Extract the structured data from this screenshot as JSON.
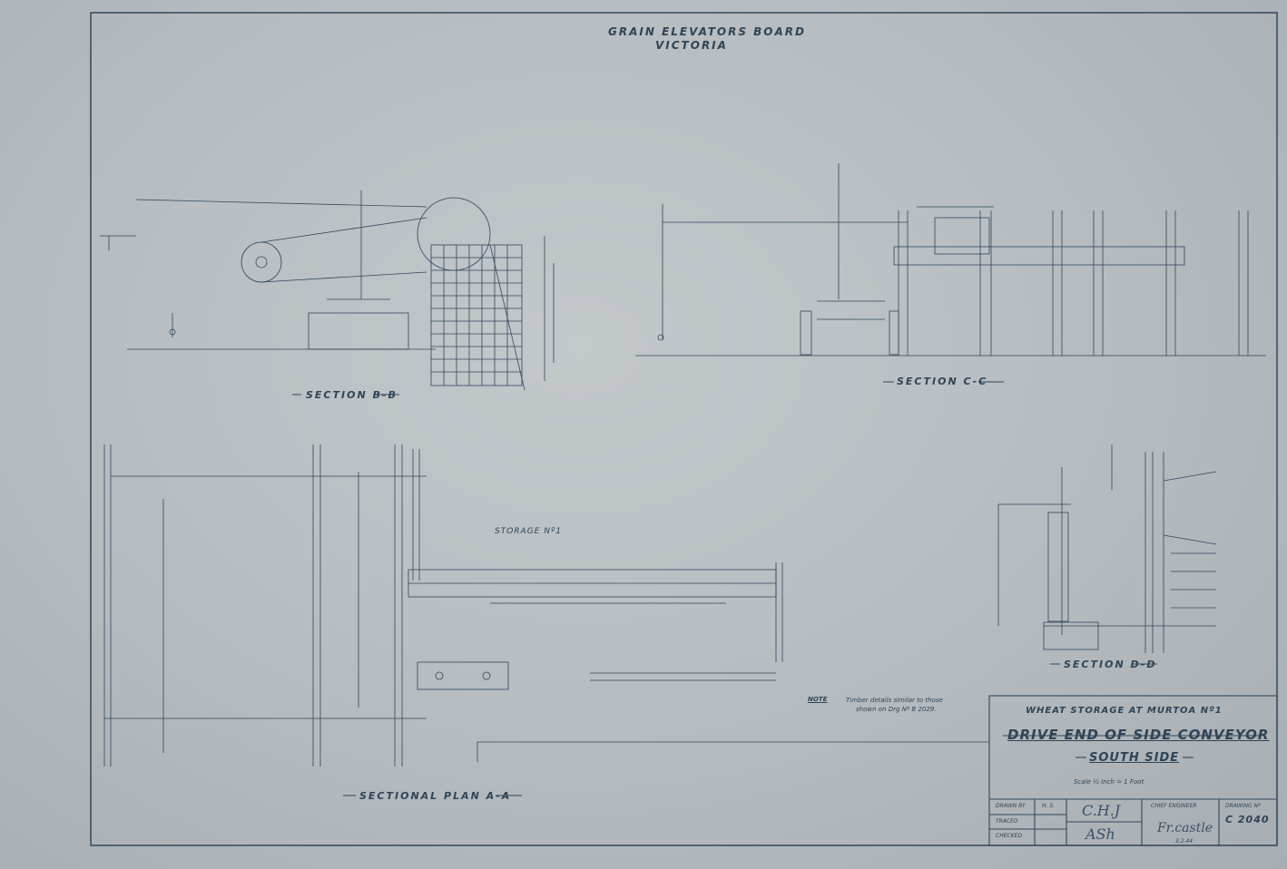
{
  "header": {
    "organisation": "GRAIN ELEVATORS BOARD",
    "state": "VICTORIA"
  },
  "sections": {
    "b_b": "SECTION B-B",
    "c_c": "SECTION C-C",
    "d_d": "SECTION D-D",
    "plan_a_a": "SECTIONAL PLAN A-A"
  },
  "storage_label": "STORAGE Nº1",
  "note": {
    "label": "NOTE",
    "line1": "Timber details similar to those",
    "line2": "shown on Drg Nº B 2029."
  },
  "title_block": {
    "line1": "WHEAT STORAGE AT MURTOA Nº1",
    "line2": "DRIVE END OF SIDE CONVEYOR",
    "line3": "SOUTH SIDE",
    "scale": "Scale ½ Inch = 1 Foot",
    "drawn_by_label": "DRAWN BY",
    "drawn_by_value": "H. S.",
    "traced_label": "TRACED",
    "checked_label": "CHECKED",
    "checked_initials_1": "C.H.J",
    "checked_initials_2": "ASh",
    "chief_engineer_label": "CHIEF ENGINEER",
    "chief_engineer_signature": "Fr.castle",
    "date": "3.2.44",
    "drawing_no_label": "DRAWING Nº",
    "drawing_no": "C 2040"
  },
  "colors": {
    "ink": "#2f4456",
    "paper": "#bcc2c5",
    "pencil": "#4a5d70"
  }
}
